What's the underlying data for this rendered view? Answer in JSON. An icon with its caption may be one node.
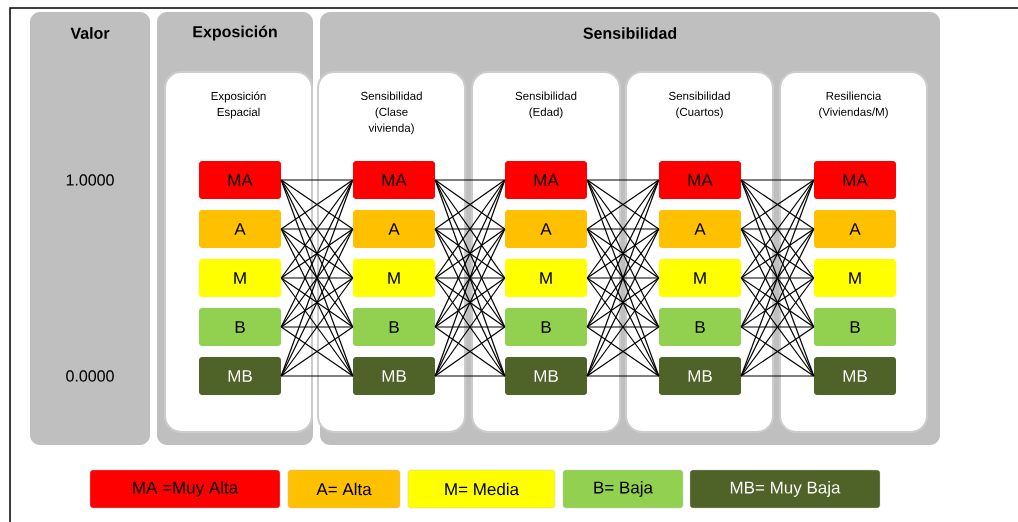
{
  "diagram": {
    "nodes": [
      {
        "text": [
          "Valor",
          "1.0000",
          "0.0000"
        ]
      },
      {
        "text": [
          "Exposición"
        ]
      },
      {
        "text": [
          "Sensibilidad"
        ]
      },
      {
        "text": [
          "Exposición Espacial"
        ],
        "in": 1
      },
      {
        "text": [
          "Sensibilidad (Clase vivienda)"
        ],
        "in": 2
      },
      {
        "text": [
          "Sensibilidad (Edad)"
        ],
        "in": 2
      },
      {
        "text": [
          "Sensibilidad (Cuartos)"
        ],
        "in": 2
      },
      {
        "text": [
          "Resiliencia (Viviendas/M)"
        ],
        "in": 2
      },
      {
        "text": [
          "MA"
        ],
        "in": 3
      },
      {
        "text": [
          "A"
        ],
        "in": 3
      },
      {
        "text": [
          "M"
        ],
        "in": 3
      },
      {
        "text": [
          "B"
        ],
        "in": 3
      },
      {
        "text": [
          "MB"
        ],
        "in": 3
      },
      {
        "text": [
          "MA"
        ],
        "in": 4
      },
      {
        "text": [
          "A"
        ],
        "in": 4
      },
      {
        "text": [
          "M"
        ],
        "in": 4
      },
      {
        "text": [
          "B"
        ],
        "in": 4
      },
      {
        "text": [
          "MB"
        ],
        "in": 4
      },
      {
        "text": [
          "MA"
        ],
        "in": 5
      },
      {
        "text": [
          "A"
        ],
        "in": 5
      },
      {
        "text": [
          "M"
        ],
        "in": 5
      },
      {
        "text": [
          "B"
        ],
        "in": 5
      },
      {
        "text": [
          "MB"
        ],
        "in": 5
      },
      {
        "text": [
          "MA"
        ],
        "in": 6
      },
      {
        "text": [
          "A"
        ],
        "in": 6
      },
      {
        "text": [
          "M"
        ],
        "in": 6
      },
      {
        "text": [
          "B"
        ],
        "in": 6
      },
      {
        "text": [
          "MB"
        ],
        "in": 6
      },
      {
        "text": [
          "MA"
        ],
        "in": 7
      },
      {
        "text": [
          "A"
        ],
        "in": 7
      },
      {
        "text": [
          "M"
        ],
        "in": 7
      },
      {
        "text": [
          "B"
        ],
        "in": 7
      },
      {
        "text": [
          "MB"
        ],
        "in": 7
      }
    ],
    "edges": [
      {
        "from": 8,
        "to": 13,
        "arrow": "none"
      },
      {
        "from": 8,
        "to": 14,
        "arrow": "none"
      },
      {
        "from": 8,
        "to": 15,
        "arrow": "none"
      },
      {
        "from": 8,
        "to": 16,
        "arrow": "none"
      },
      {
        "from": 8,
        "to": 17,
        "arrow": "none"
      },
      {
        "from": 9,
        "to": 13,
        "arrow": "none"
      },
      {
        "from": 9,
        "to": 14,
        "arrow": "none"
      },
      {
        "from": 9,
        "to": 15,
        "arrow": "none"
      },
      {
        "from": 9,
        "to": 16,
        "arrow": "none"
      },
      {
        "from": 9,
        "to": 17,
        "arrow": "none"
      },
      {
        "from": 10,
        "to": 13,
        "arrow": "none"
      },
      {
        "from": 10,
        "to": 14,
        "arrow": "none"
      },
      {
        "from": 10,
        "to": 15,
        "arrow": "none"
      },
      {
        "from": 10,
        "to": 16,
        "arrow": "none"
      },
      {
        "from": 10,
        "to": 17,
        "arrow": "none"
      },
      {
        "from": 11,
        "to": 13,
        "arrow": "none"
      },
      {
        "from": 11,
        "to": 14,
        "arrow": "none"
      },
      {
        "from": 11,
        "to": 15,
        "arrow": "none"
      },
      {
        "from": 11,
        "to": 16,
        "arrow": "none"
      },
      {
        "from": 11,
        "to": 17,
        "arrow": "none"
      },
      {
        "from": 12,
        "to": 13,
        "arrow": "none"
      },
      {
        "from": 12,
        "to": 14,
        "arrow": "none"
      },
      {
        "from": 12,
        "to": 15,
        "arrow": "none"
      },
      {
        "from": 12,
        "to": 16,
        "arrow": "none"
      },
      {
        "from": 12,
        "to": 17,
        "arrow": "none"
      },
      {
        "from": 13,
        "to": 18,
        "arrow": "none"
      },
      {
        "from": 13,
        "to": 19,
        "arrow": "none"
      },
      {
        "from": 13,
        "to": 20,
        "arrow": "none"
      },
      {
        "from": 13,
        "to": 21,
        "arrow": "none"
      },
      {
        "from": 13,
        "to": 22,
        "arrow": "none"
      },
      {
        "from": 14,
        "to": 18,
        "arrow": "none"
      },
      {
        "from": 14,
        "to": 19,
        "arrow": "none"
      },
      {
        "from": 14,
        "to": 20,
        "arrow": "none"
      },
      {
        "from": 14,
        "to": 21,
        "arrow": "none"
      },
      {
        "from": 14,
        "to": 22,
        "arrow": "none"
      },
      {
        "from": 15,
        "to": 18,
        "arrow": "none"
      },
      {
        "from": 15,
        "to": 19,
        "arrow": "none"
      },
      {
        "from": 15,
        "to": 20,
        "arrow": "none"
      },
      {
        "from": 15,
        "to": 21,
        "arrow": "none"
      },
      {
        "from": 15,
        "to": 22,
        "arrow": "none"
      },
      {
        "from": 16,
        "to": 18,
        "arrow": "none"
      },
      {
        "from": 16,
        "to": 19,
        "arrow": "none"
      },
      {
        "from": 16,
        "to": 20,
        "arrow": "none"
      },
      {
        "from": 16,
        "to": 21,
        "arrow": "none"
      },
      {
        "from": 16,
        "to": 22,
        "arrow": "none"
      },
      {
        "from": 17,
        "to": 18,
        "arrow": "none"
      },
      {
        "from": 17,
        "to": 19,
        "arrow": "none"
      },
      {
        "from": 17,
        "to": 20,
        "arrow": "none"
      },
      {
        "from": 17,
        "to": 21,
        "arrow": "none"
      },
      {
        "from": 17,
        "to": 22,
        "arrow": "none"
      },
      {
        "from": 18,
        "to": 23,
        "arrow": "none"
      },
      {
        "from": 18,
        "to": 24,
        "arrow": "none"
      },
      {
        "from": 18,
        "to": 25,
        "arrow": "none"
      },
      {
        "from": 18,
        "to": 26,
        "arrow": "none"
      },
      {
        "from": 18,
        "to": 27,
        "arrow": "none"
      },
      {
        "from": 19,
        "to": 23,
        "arrow": "none"
      },
      {
        "from": 19,
        "to": 24,
        "arrow": "none"
      },
      {
        "from": 19,
        "to": 25,
        "arrow": "none"
      },
      {
        "from": 19,
        "to": 26,
        "arrow": "none"
      },
      {
        "from": 19,
        "to": 27,
        "arrow": "none"
      },
      {
        "from": 20,
        "to": 23,
        "arrow": "none"
      },
      {
        "from": 20,
        "to": 24,
        "arrow": "none"
      },
      {
        "from": 20,
        "to": 25,
        "arrow": "none"
      },
      {
        "from": 20,
        "to": 26,
        "arrow": "none"
      },
      {
        "from": 20,
        "to": 27,
        "arrow": "none"
      },
      {
        "from": 21,
        "to": 23,
        "arrow": "none"
      },
      {
        "from": 21,
        "to": 24,
        "arrow": "none"
      },
      {
        "from": 21,
        "to": 25,
        "arrow": "none"
      },
      {
        "from": 21,
        "to": 26,
        "arrow": "none"
      },
      {
        "from": 21,
        "to": 27,
        "arrow": "none"
      },
      {
        "from": 22,
        "to": 23,
        "arrow": "none"
      },
      {
        "from": 22,
        "to": 24,
        "arrow": "none"
      },
      {
        "from": 22,
        "to": 25,
        "arrow": "none"
      },
      {
        "from": 22,
        "to": 26,
        "arrow": "none"
      },
      {
        "from": 22,
        "to": 27,
        "arrow": "none"
      },
      {
        "from": 23,
        "to": 28,
        "arrow": "none"
      },
      {
        "from": 23,
        "to": 29,
        "arrow": "none"
      },
      {
        "from": 23,
        "to": 30,
        "arrow": "none"
      },
      {
        "from": 23,
        "to": 31,
        "arrow": "none"
      },
      {
        "from": 23,
        "to": 32,
        "arrow": "none"
      },
      {
        "from": 24,
        "to": 28,
        "arrow": "none"
      },
      {
        "from": 24,
        "to": 29,
        "arrow": "none"
      },
      {
        "from": 24,
        "to": 30,
        "arrow": "none"
      },
      {
        "from": 24,
        "to": 31,
        "arrow": "none"
      },
      {
        "from": 24,
        "to": 32,
        "arrow": "none"
      },
      {
        "from": 25,
        "to": 28,
        "arrow": "none"
      },
      {
        "from": 25,
        "to": 29,
        "arrow": "none"
      },
      {
        "from": 25,
        "to": 30,
        "arrow": "none"
      },
      {
        "from": 25,
        "to": 31,
        "arrow": "none"
      },
      {
        "from": 25,
        "to": 32,
        "arrow": "none"
      },
      {
        "from": 26,
        "to": 28,
        "arrow": "none"
      },
      {
        "from": 26,
        "to": 29,
        "arrow": "none"
      },
      {
        "from": 26,
        "to": 30,
        "arrow": "none"
      },
      {
        "from": 26,
        "to": 31,
        "arrow": "none"
      },
      {
        "from": 26,
        "to": 32,
        "arrow": "none"
      },
      {
        "from": 27,
        "to": 28,
        "arrow": "none"
      },
      {
        "from": 27,
        "to": 29,
        "arrow": "none"
      },
      {
        "from": 27,
        "to": 30,
        "arrow": "none"
      },
      {
        "from": 27,
        "to": 31,
        "arrow": "none"
      },
      {
        "from": 27,
        "to": 32,
        "arrow": "none"
      }
    ],
    "legend": [
      {
        "text": "MA =Muy Alta",
        "color": "#ff0000"
      },
      {
        "text": "A= Alta",
        "color": "#ffc000"
      },
      {
        "text": "M= Media",
        "color": "#ffff00"
      },
      {
        "text": "B= Baja",
        "color": "#92d050"
      },
      {
        "text": "MB= Muy Baja",
        "color": "#4f6228"
      }
    ]
  }
}
